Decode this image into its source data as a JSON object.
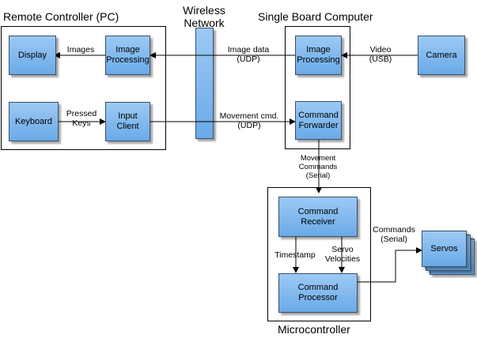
{
  "groups": {
    "pc": "Remote Controller (PC)",
    "network": "Wireless\nNetwork",
    "sbc": "Single Board Computer",
    "micro": "Microcontroller"
  },
  "blocks": {
    "display": "Display",
    "pc_image_processing": "Image\nProcessing",
    "keyboard": "Keyboard",
    "input_client": "Input\nClient",
    "sbc_image_processing": "Image\nProcessing",
    "command_forwarder": "Command\nForwarder",
    "camera": "Camera",
    "command_receiver": "Command\nReceiver",
    "command_processor": "Command\nProcessor",
    "servos": "Servos"
  },
  "edge_labels": {
    "images": "Images",
    "pressed_keys": "Pressed\nKeys",
    "image_data": "Image data\n(UDP)",
    "movement_cmd": "Movement cmd.\n(UDP)",
    "video": "Video\n(USB)",
    "movement_commands": "Movement\nCommands\n(Serial)",
    "timestamp": "Timestamp",
    "servo_velocities": "Servo\nVelocities",
    "commands_serial": "Commands\n(Serial)"
  }
}
